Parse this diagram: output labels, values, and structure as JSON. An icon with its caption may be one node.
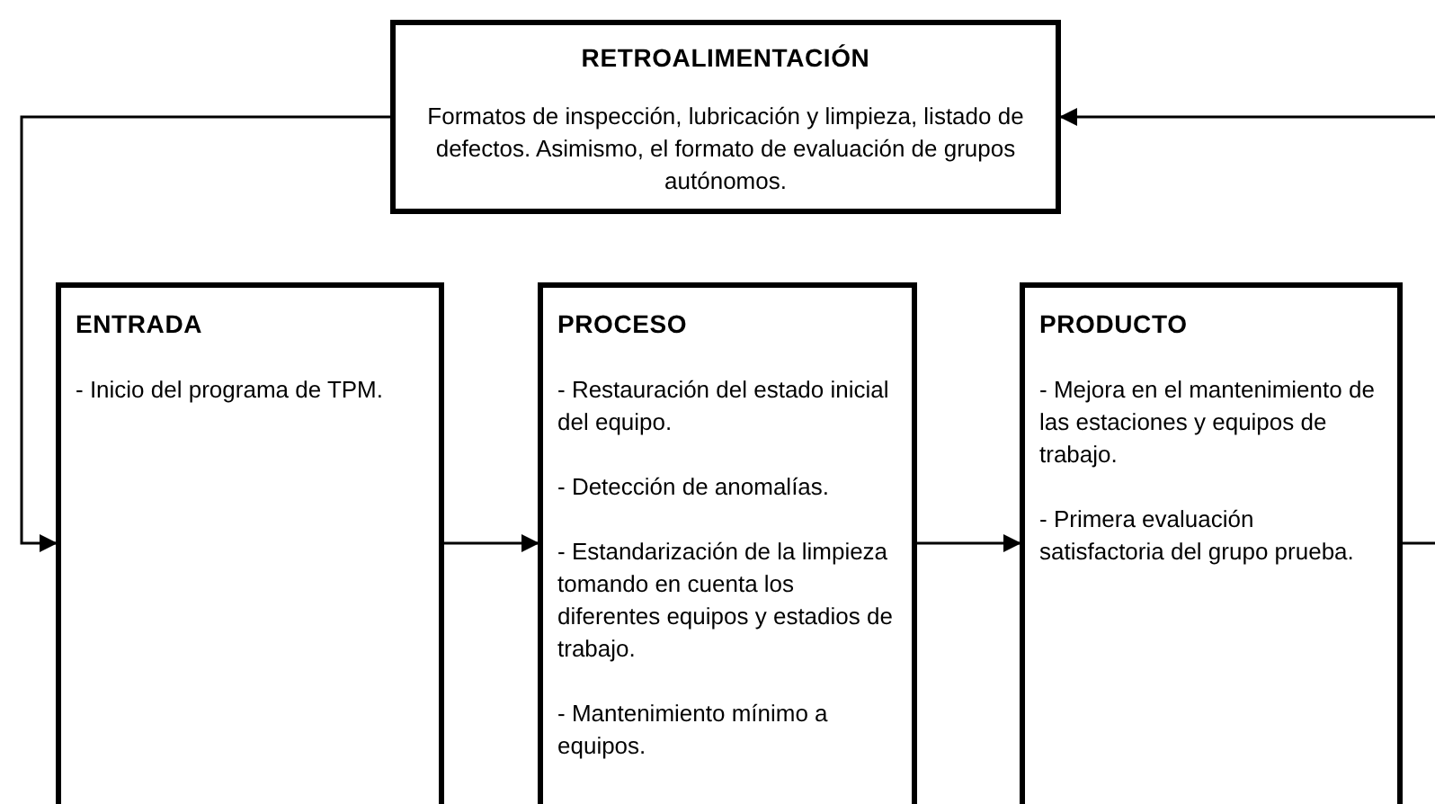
{
  "diagram": {
    "nodes": [
      {
        "text": [
          "RETROALIMENTACIÓN",
          "Formatos de inspección, lubricación y limpieza, listado de defectos. Asimismo, el formato de evaluación de grupos autónomos."
        ]
      },
      {
        "text": [
          "ENTRADA",
          "- Inicio del programa de TPM."
        ]
      },
      {
        "text": [
          "PROCESO",
          "- Restauración del estado inicial del equipo.",
          "- Detección de anomalías.",
          "- Estandarización de la limpieza tomando en cuenta los diferentes equipos y estadios de trabajo.",
          "- Mantenimiento mínimo a equipos."
        ]
      },
      {
        "text": [
          "PRODUCTO",
          "- Mejora en el mantenimiento de las estaciones y equipos de trabajo.",
          "- Primera evaluación satisfactoria del grupo prueba."
        ]
      }
    ],
    "edges": [
      {
        "from": 0,
        "to": 1,
        "arrow": "to"
      },
      {
        "from": 1,
        "to": 2,
        "arrow": "to"
      },
      {
        "from": 2,
        "to": 3,
        "arrow": "to"
      },
      {
        "from": 3,
        "to": null,
        "arrow": "none"
      },
      {
        "from": null,
        "to": 0,
        "arrow": "to"
      }
    ]
  }
}
